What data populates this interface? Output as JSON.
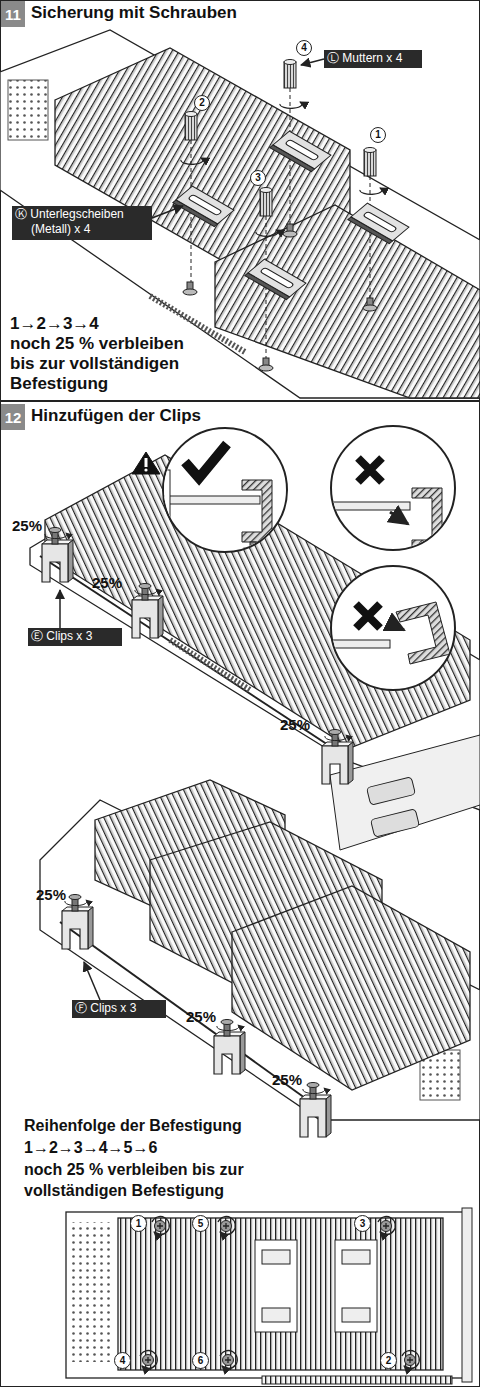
{
  "diagram": {
    "nodes": [
      {
        "text": [
          "11",
          "Sicherung mit Schrauben"
        ]
      },
      {
        "text": [
          "4"
        ]
      },
      {
        "text": [
          "Ⓛ Muttern x 4"
        ]
      },
      {
        "text": [
          "2"
        ]
      },
      {
        "text": [
          "1"
        ]
      },
      {
        "text": [
          "3"
        ]
      },
      {
        "text": [
          "Ⓚ Unterlegscheiben (Metall) x 4"
        ]
      },
      {
        "text": [
          "12",
          "Hinzufügen der Clips"
        ]
      },
      {
        "text": [
          "Ⓔ Clips x 3"
        ]
      },
      {
        "text": [
          "Ⓕ Clips x 3"
        ]
      },
      {
        "text": [
          "1"
        ]
      },
      {
        "text": [
          "5"
        ]
      },
      {
        "text": [
          "3"
        ]
      },
      {
        "text": [
          "4"
        ]
      },
      {
        "text": [
          "6"
        ]
      },
      {
        "text": [
          "2"
        ]
      }
    ],
    "labels": [
      "1→2→3→4",
      "noch 25 % verbleiben bis zur vollständigen Befestigung",
      "25%",
      "25%",
      "25%",
      "25%",
      "25%",
      "25%",
      "Reihenfolge der Befestigung",
      "1→2→3→4→5→6",
      "noch 25 % verbleiben bis zur vollständigen Befestigung"
    ]
  }
}
